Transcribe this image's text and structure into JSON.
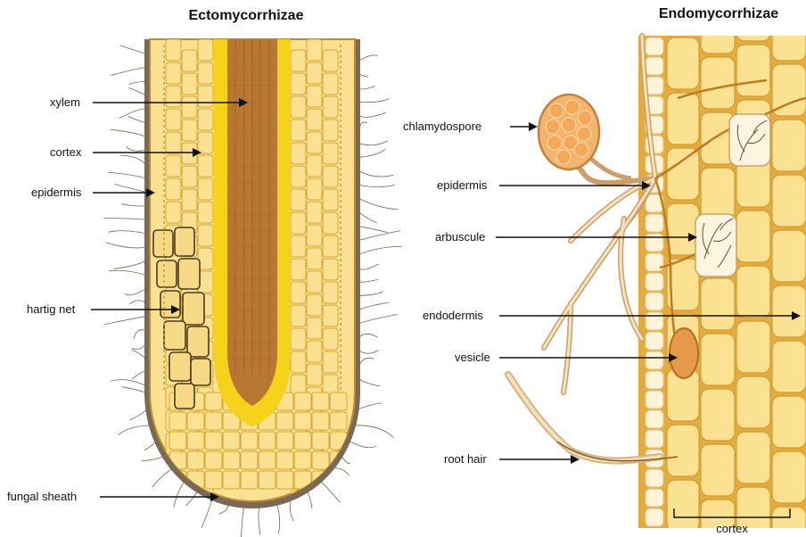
{
  "ecto": {
    "title": "Ectomycorrhizae",
    "labels": {
      "xylem": "xylem",
      "cortex": "cortex",
      "epidermis": "epidermis",
      "hartig_net": "hartig net",
      "fungal_sheath": "fungal sheath"
    }
  },
  "endo": {
    "title": "Endomycorrhizae",
    "labels": {
      "chlamydospore": "chlamydospore",
      "epidermis": "epidermis",
      "arbuscule": "arbuscule",
      "endodermis": "endodermis",
      "vesicle": "vesicle",
      "root_hair": "root hair",
      "cortex": "cortex"
    }
  },
  "colors": {
    "cell_fill": "#fbe293",
    "cell_wall": "#d9a432",
    "vascular": "#b87733",
    "xylem_band": "#f6d21b",
    "hypha": "#caa06a",
    "sheath_thread": "#6e6458"
  }
}
